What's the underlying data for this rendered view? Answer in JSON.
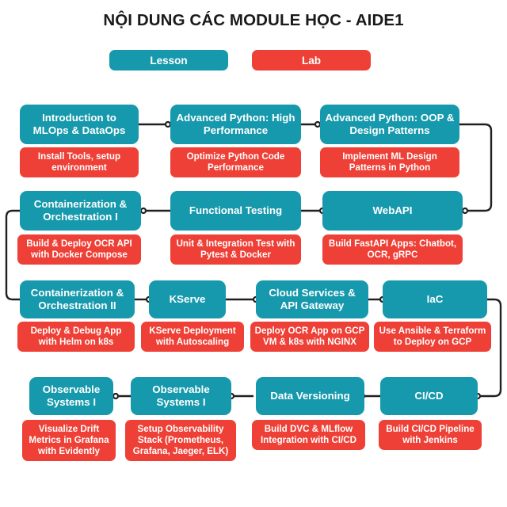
{
  "header": {
    "title": "NỘI DUNG CÁC MODULE HỌC - AIDE1"
  },
  "legend": {
    "lesson_label": "Lesson",
    "lab_label": "Lab",
    "lesson_color": "#1699AC",
    "lab_color": "#EE4036"
  },
  "chart_data": {
    "type": "diagram",
    "title": "NỘI DUNG CÁC MODULE HỌC - AIDE1",
    "legend": [
      "Lesson",
      "Lab"
    ]
  },
  "rows": [
    {
      "lessons": [
        "Introduction to MLOps & DataOps",
        "Advanced Python: High Performance",
        "Advanced Python: OOP & Design Patterns"
      ],
      "labs": [
        "Install Tools, setup environment",
        "Optimize Python Code Performance",
        "Implement ML Design Patterns in Python"
      ]
    },
    {
      "lessons": [
        "Containerization & Orchestration I",
        "Functional Testing",
        "WebAPI"
      ],
      "labs": [
        "Build & Deploy OCR API with Docker Compose",
        "Unit & Integration Test with Pytest & Docker",
        "Build FastAPI Apps: Chatbot, OCR, gRPC"
      ]
    },
    {
      "lessons": [
        "Containerization & Orchestration II",
        "KServe",
        "Cloud Services & API Gateway",
        "IaC"
      ],
      "labs": [
        "Deploy & Debug App with Helm on k8s",
        "KServe Deployment with Autoscaling",
        "Deploy OCR App on GCP VM & k8s with NGINX",
        "Use Ansible & Terraform to Deploy on GCP"
      ]
    },
    {
      "lessons": [
        "Observable Systems I",
        "Observable Systems I",
        "Data Versioning",
        "CI/CD"
      ],
      "labs": [
        "Visualize Drift Metrics in Grafana with Evidently",
        "Setup Observability Stack (Prometheus, Grafana, Jaeger, ELK)",
        "Build  DVC & MLflow Integration with CI/CD",
        "Build CI/CD Pipeline with Jenkins"
      ]
    }
  ]
}
